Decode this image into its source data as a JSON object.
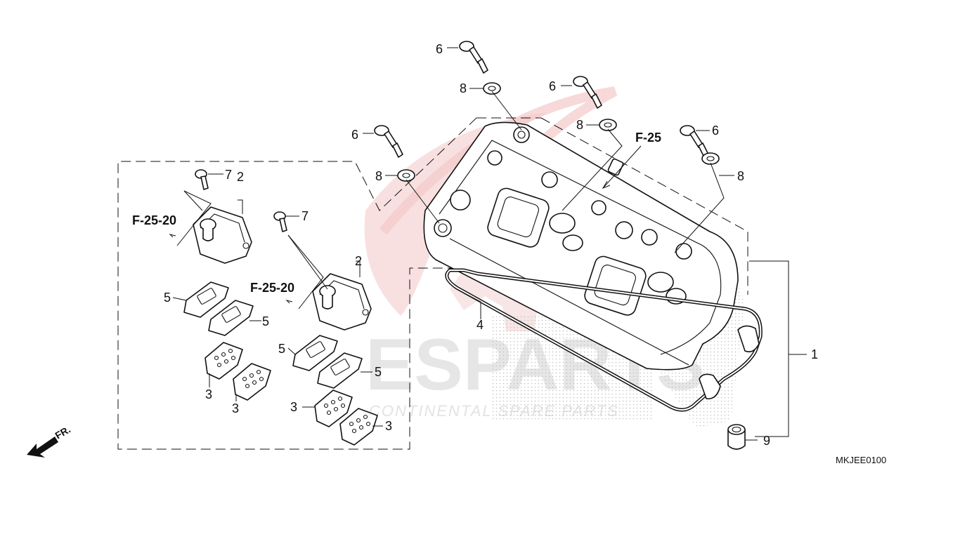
{
  "diagram": {
    "code": "MKJEE0100",
    "front_label": "FR.",
    "watermark": {
      "main": "ESPARTS",
      "sub": "CONTINENTAL SPARE PARTS"
    },
    "references": [
      {
        "id": "ref-f25",
        "text": "F-25"
      },
      {
        "id": "ref-f2520-left",
        "text": "F-25-20"
      },
      {
        "id": "ref-f2520-center",
        "text": "F-25-20"
      }
    ],
    "callouts": [
      {
        "id": "c1",
        "text": "1"
      },
      {
        "id": "c2a",
        "text": "2"
      },
      {
        "id": "c2b",
        "text": "2"
      },
      {
        "id": "c3a",
        "text": "3"
      },
      {
        "id": "c3b",
        "text": "3"
      },
      {
        "id": "c3c",
        "text": "3"
      },
      {
        "id": "c3d",
        "text": "3"
      },
      {
        "id": "c4",
        "text": "4"
      },
      {
        "id": "c5a",
        "text": "5"
      },
      {
        "id": "c5b",
        "text": "5"
      },
      {
        "id": "c5c",
        "text": "5"
      },
      {
        "id": "c5d",
        "text": "5"
      },
      {
        "id": "c6a",
        "text": "6"
      },
      {
        "id": "c6b",
        "text": "6"
      },
      {
        "id": "c6c",
        "text": "6"
      },
      {
        "id": "c6d",
        "text": "6"
      },
      {
        "id": "c7a",
        "text": "7"
      },
      {
        "id": "c7b",
        "text": "7"
      },
      {
        "id": "c8a",
        "text": "8"
      },
      {
        "id": "c8b",
        "text": "8"
      },
      {
        "id": "c8c",
        "text": "8"
      },
      {
        "id": "c8d",
        "text": "8"
      },
      {
        "id": "c9",
        "text": "9"
      }
    ],
    "colors": {
      "line": "#111111",
      "watermark_gray": "#e6e6e6",
      "watermark_red": "#f3c9c9"
    }
  }
}
